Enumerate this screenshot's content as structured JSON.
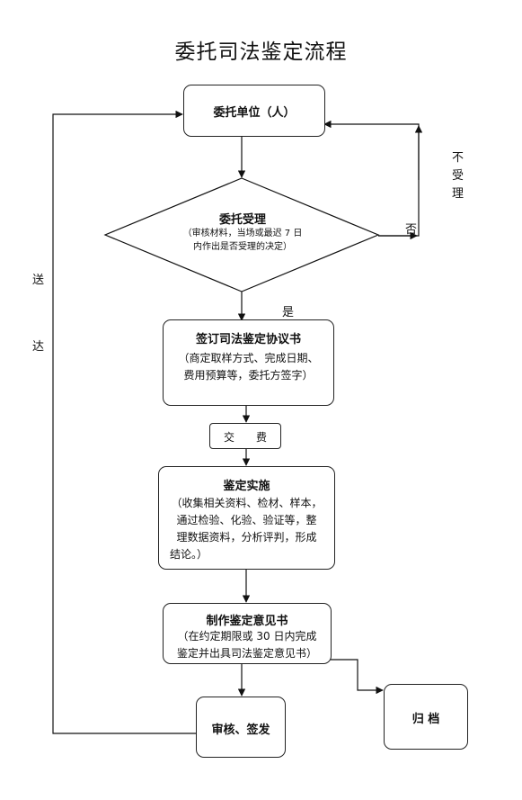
{
  "title": "委托司法鉴定流程",
  "nodes": {
    "client": {
      "label": "委托单位（人）"
    },
    "accept": {
      "label": "委托受理",
      "detail_line1": "（审核材料，当场或最迟 7 日",
      "detail_line2": "内作出是否受理的决定）"
    },
    "agreement": {
      "label": "签订司法鉴定协议书",
      "detail_line1": "（商定取样方式、完成日期、",
      "detail_line2": "费用预算等，委托方签字）"
    },
    "fee": {
      "label": "交　　费"
    },
    "implement": {
      "label": "鉴定实施",
      "detail_line1": "（收集相关资料、检材、样本，",
      "detail_line2": "通过检验、化验、验证等，整",
      "detail_line3": "理数据资料，分析评判，形成",
      "detail_line4": "结论。）"
    },
    "opinion": {
      "label": "制作鉴定意见书",
      "detail_line1": "（在约定期限或 30 日内完成",
      "detail_line2": "鉴定并出具司法鉴定意见书）"
    },
    "review": {
      "label": "审核、签发"
    },
    "archive": {
      "label": "归 档"
    }
  },
  "edge_labels": {
    "yes": "是",
    "no": "否",
    "not_accepted": [
      "不",
      "受",
      "理"
    ],
    "delivery": [
      "送",
      "达"
    ]
  }
}
